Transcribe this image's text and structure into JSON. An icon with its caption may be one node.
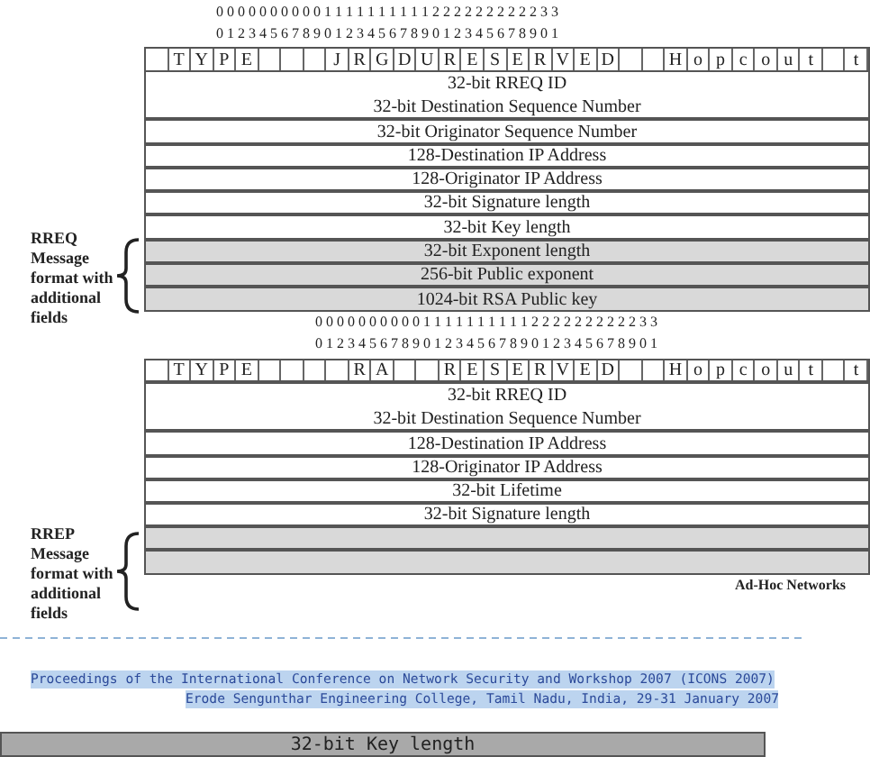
{
  "diagram": {
    "nodes": [
      {
        "text": [
          "T",
          "Y",
          "P",
          "E",
          "J",
          "R",
          "G",
          "D",
          "U",
          "R",
          "E",
          "S",
          "E",
          "R",
          "V",
          "E",
          "D",
          "H",
          "o",
          "p",
          "c",
          "o",
          "u",
          "t",
          "t"
        ]
      },
      {
        "text": [
          "32-bit RREQ ID",
          "32-bit Destination Sequence Number"
        ]
      },
      {
        "text": [
          "32-bit Originator Sequence Number"
        ]
      },
      {
        "text": [
          "128-Destination IP Address"
        ]
      },
      {
        "text": [
          "128-Originator IP Address"
        ]
      },
      {
        "text": [
          "32-bit Signature length"
        ]
      },
      {
        "text": [
          "32-bit Key length"
        ]
      },
      {
        "text": [
          "32-bit Exponent length"
        ]
      },
      {
        "text": [
          "256-bit Public exponent"
        ]
      },
      {
        "text": [
          "1024-bit RSA Public key"
        ]
      },
      {
        "text": [
          "T",
          "Y",
          "P",
          "E",
          "R",
          "A",
          "R",
          "E",
          "S",
          "E",
          "R",
          "V",
          "E",
          "D",
          "H",
          "o",
          "p",
          "c",
          "o",
          "u",
          "t",
          "t"
        ]
      },
      {
        "text": [
          "32-bit RREQ ID",
          "32-bit Destination Sequence Number"
        ]
      },
      {
        "text": [
          "128-Destination IP Address"
        ]
      },
      {
        "text": [
          "128-Originator IP Address"
        ]
      },
      {
        "text": [
          "32-bit Lifetime"
        ]
      },
      {
        "text": [
          "32-bit Signature length"
        ]
      },
      {
        "text": [],
        "shape": "bar"
      },
      {
        "text": [],
        "shape": "bar"
      },
      {
        "text": [
          "32-bit Key length"
        ]
      }
    ],
    "labels": [
      "0 0 0 0 0 0 0 0 0 0 1 1 1 1 1 1 1 1 1 1 2 2 2 2 2 2 2 2 2 2 3 3",
      "0 1 2 3 4 5 6 7 8 9 0 1 2 3 4 5 6 7 8 9 0 1 2 3 4 5 6 7 8 9 0 1",
      "RREQ Message format with additional fields",
      "0 0 0 0 0 0 0 0 0 0 1 1 1 1 1 1 1 1 1 1 2 2 2 2 2 2 2 2 2 2 3 3",
      "0 1 2 3 4 5 6 7 8 9 0 1 2 3 4 5 6 7 8 9 0 1 2 3 4 5 6 7 8 9 0 1",
      "RREP Message format with additional fields",
      "Ad-Hoc Networks",
      "Proceedings of the International Conference on Network Security and Workshop 2007 (ICONS 2007)",
      "Erode Sengunthar Engineering College, Tamil Nadu, India, 29-31 January 2007"
    ]
  }
}
